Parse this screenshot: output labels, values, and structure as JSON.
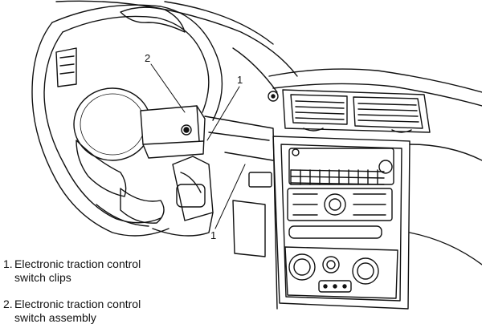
{
  "callouts": {
    "one_top": "1",
    "one_bottom": "1",
    "two": "2"
  },
  "legend": [
    {
      "number": "1.",
      "text": "Electronic traction control\nswitch clips"
    },
    {
      "number": "2.",
      "text": "Electronic traction control\nswitch assembly"
    }
  ]
}
